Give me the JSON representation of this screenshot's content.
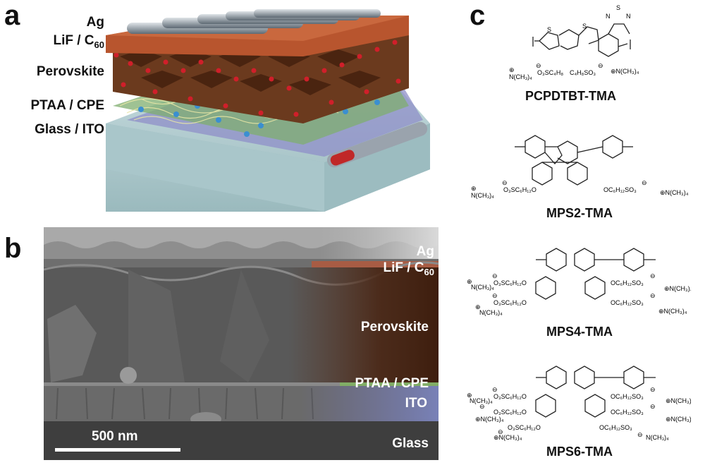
{
  "panel_a": {
    "letter": "a",
    "labels": {
      "ag": "Ag",
      "lif_c60": "LiF / C",
      "c60_sub": "60",
      "perovskite": "Perovskite",
      "ptaa_cpe": "PTAA / CPE",
      "glass_ito": "Glass / ITO"
    }
  },
  "panel_b": {
    "letter": "b",
    "labels": {
      "ag": "Ag",
      "lif_c60": "LiF / C",
      "c60_sub": "60",
      "perovskite": "Perovskite",
      "ptaa_cpe": "PTAA / CPE",
      "ito": "ITO",
      "glass": "Glass"
    },
    "scale_bar": "500 nm"
  },
  "panel_c": {
    "letter": "c",
    "molecules": [
      {
        "name": "PCPDTBT-TMA"
      },
      {
        "name": "MPS2-TMA"
      },
      {
        "name": "MPS4-TMA"
      },
      {
        "name": "MPS6-TMA"
      }
    ]
  }
}
